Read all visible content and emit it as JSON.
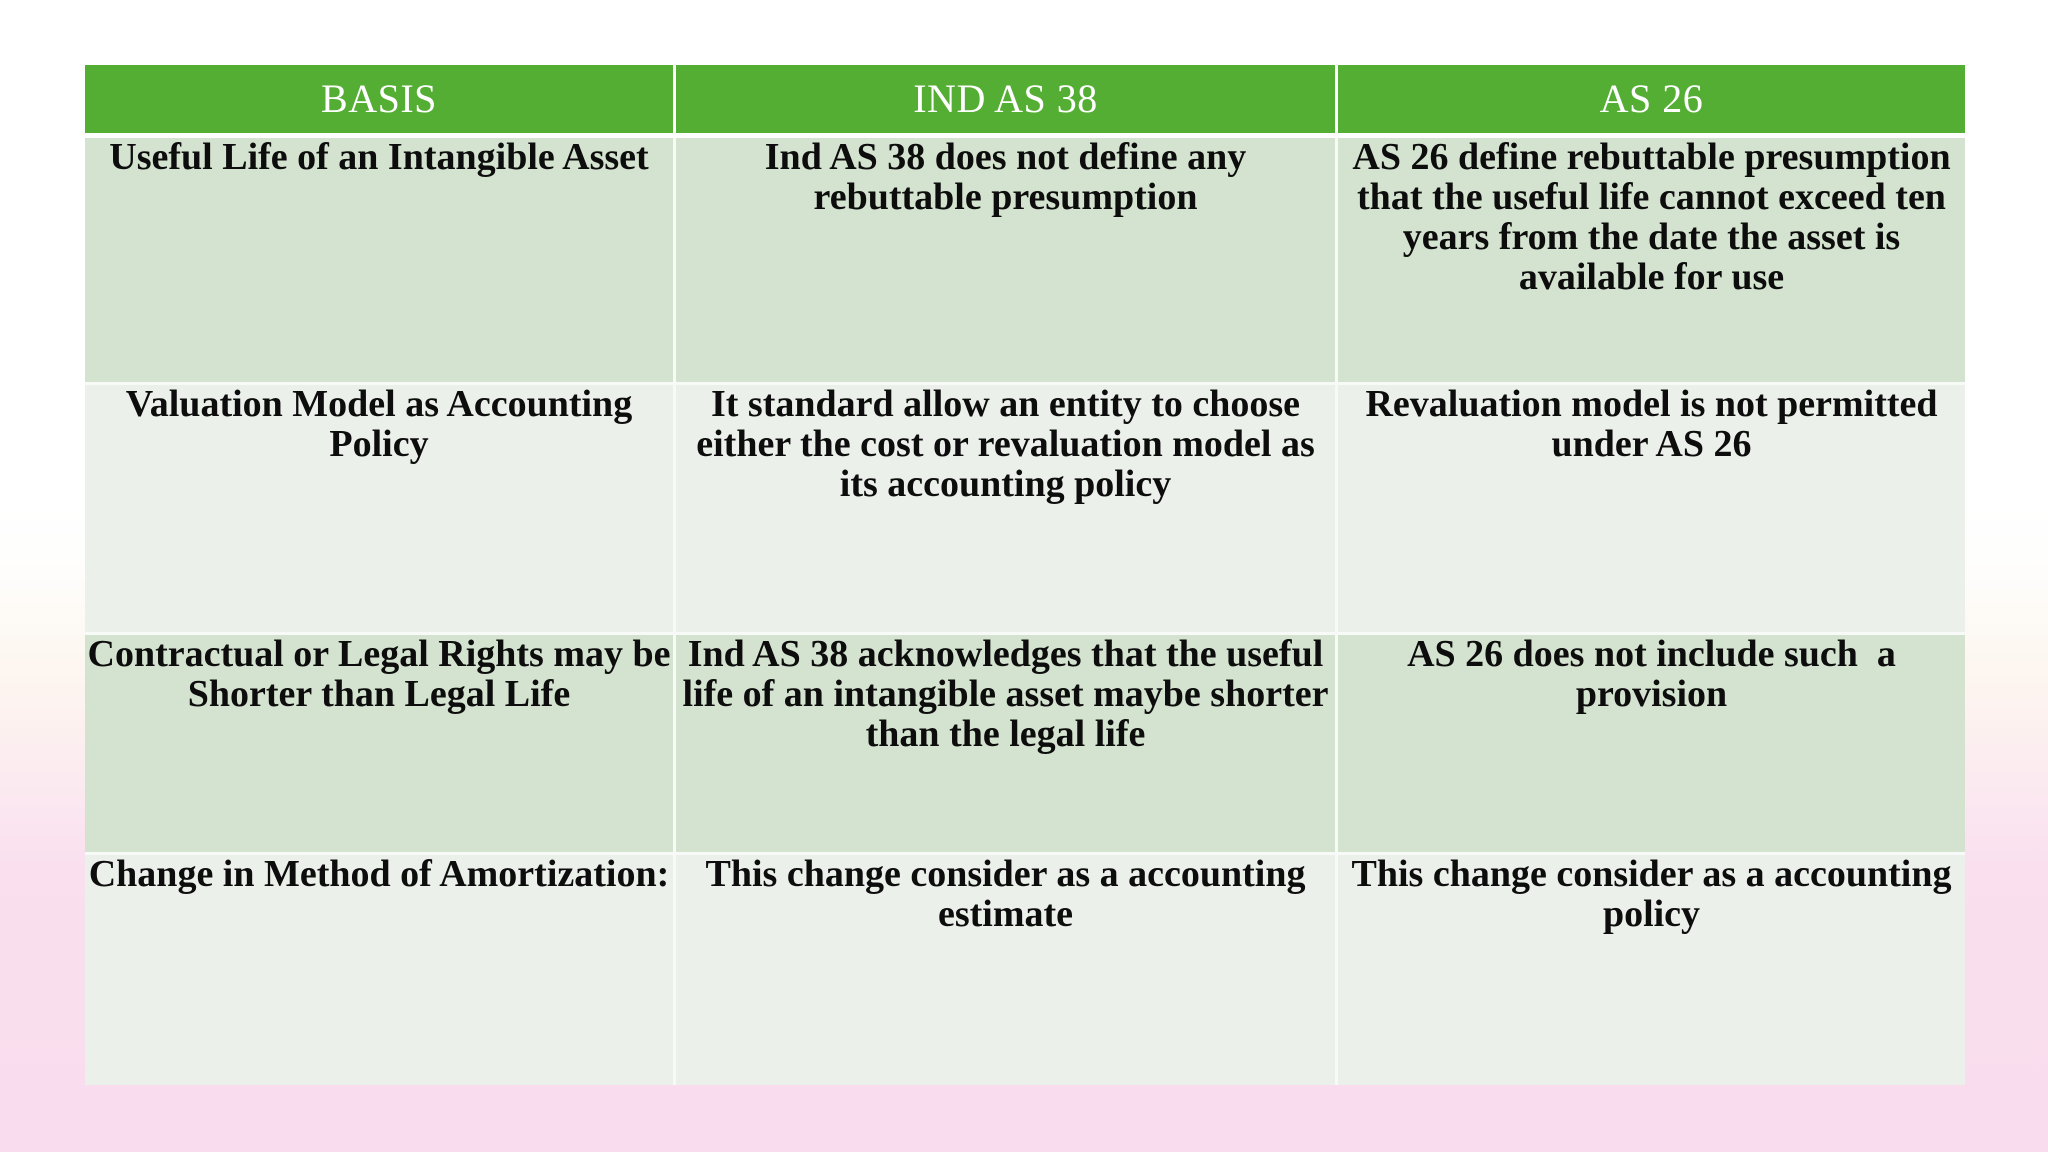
{
  "slide": {
    "background_top_color": "#ffffff",
    "background_bottom_color": "#f9ddee",
    "header_color": "#55ae34",
    "row_shade_color": "#d4e3cf",
    "row_light_color": "#ecf0eb",
    "header_text_color": "#ffffff",
    "body_text_color": "#0d0d0d"
  },
  "table": {
    "headers": [
      "BASIS",
      "IND AS 38",
      "AS 26"
    ],
    "rows": [
      {
        "basis": "Useful Life of an Intangible Asset",
        "ind_as_38": "Ind AS 38 does not define any rebuttable presumption",
        "as_26": "AS 26 define rebuttable presumption that the useful life cannot exceed ten years from the date the asset is available for use"
      },
      {
        "basis": "Valuation Model as Accounting Policy",
        "ind_as_38": "It standard allow an entity to choose either the cost or revaluation model as its accounting policy",
        "as_26": "Revaluation model is not permitted under AS 26"
      },
      {
        "basis": "Contractual or Legal Rights may be Shorter than Legal Life",
        "ind_as_38": "Ind AS 38 acknowledges that the useful life of an intangible asset maybe shorter than the legal life",
        "as_26": "AS 26 does not include such  a provision"
      },
      {
        "basis": "Change in Method of Amortization:",
        "ind_as_38": "This change consider as a accounting estimate",
        "as_26": "This change consider as a accounting policy"
      }
    ]
  }
}
